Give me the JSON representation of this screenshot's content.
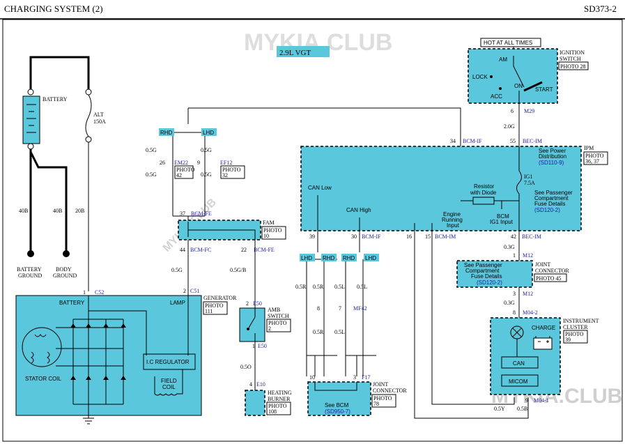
{
  "header": {
    "title": "CHARGING SYSTEM (2)",
    "code": "SD373-2"
  },
  "watermark": "MYKIA.CLUB",
  "engine_label": "2.9L VGT",
  "hot_label": "HOT AT ALL TIMES",
  "ignition": {
    "title1": "IGNITION",
    "title2": "SWITCH",
    "photo": "PHOTO 28",
    "am": "AM",
    "lock": "LOCK",
    "on": "ON",
    "acc": "ACC",
    "start": "START",
    "pin": "6",
    "conn": "M29",
    "wire": "2.0G"
  },
  "battery": {
    "label": "BATTERY",
    "alt": "ALT",
    "alt2": "150A",
    "w1": "40B",
    "w2": "40B",
    "w3": "20B",
    "ground1a": "BATTERY",
    "ground1b": "GROUND",
    "ground2a": "BODY",
    "ground2b": "GROUND"
  },
  "rhd": "RHD",
  "lhd": "LHD",
  "em22": {
    "pin": "26",
    "conn": "EM22",
    "photo1": "PHOTO",
    "photo2": "42",
    "w1": "0.5G",
    "w2": "0.5G"
  },
  "ef12": {
    "pin": "9",
    "conn": "EF12",
    "photo1": "PHOTO",
    "photo2": "32",
    "w1": "0.5G",
    "w2": "0.5G"
  },
  "fam": {
    "title": "FAM",
    "photo1": "PHOTO",
    "photo2": "10",
    "pin_top": "37",
    "conn_top": "BCM-FE",
    "pin_l": "44",
    "conn_l": "BCM-FC",
    "pin_r": "22",
    "conn_r": "BCM-FE"
  },
  "wires": {
    "w05g": "0.5G",
    "w05gb": "0.5G/B",
    "w05o": "0.5O",
    "w03g": "0.3G",
    "w03g2": "0.3G",
    "w05y": "0.5Y",
    "w05b": "0.5B"
  },
  "generator": {
    "title": "GENERATOR",
    "photo1": "PHOTO",
    "photo2": "111",
    "pin_lamp": "2",
    "conn_lamp": "C51",
    "pin_bat": "1",
    "conn_bat": "C52",
    "battery": "BATTERY",
    "lamp": "LAMP",
    "stator": "STATOR COIL",
    "regulator": "I.C REGULATOR",
    "field1": "FIELD",
    "field2": "COIL"
  },
  "amb": {
    "title1": "AMB",
    "title2": "SWITCH",
    "photo1": "PHOTO",
    "photo2": "2",
    "pin_top": "2",
    "conn_top": "E50",
    "pin_bot": "1",
    "conn_bot": "E50"
  },
  "heating": {
    "title1": "HEATING",
    "title2": "BURNER",
    "photo1": "PHOTO",
    "photo2": "108",
    "pin": "4",
    "conn": "E10"
  },
  "ipm": {
    "title": "IPM",
    "photo1": "PHOTO",
    "photo2": "36, 37",
    "pin34": "34",
    "c34": "BCM-IF",
    "pin55": "55",
    "c55": "BEC-IM",
    "see_pd1": "See Power",
    "see_pd2": "Distribution",
    "see_pd3": "(SD110-9)",
    "ig1": "IG1",
    "ig1a": "7.5A",
    "see_pc1": "See Passenger",
    "see_pc2": "Compartment",
    "see_pc3": "Fuse Details",
    "see_pc4": "(SD120-2)",
    "can_low": "CAN Low",
    "can_high": "CAN High",
    "res1": "Resistor",
    "res2": "with Diode",
    "eng1": "Engine",
    "eng2": "Running",
    "eng3": "Input",
    "bcm1": "BCM",
    "bcm2": "IG1 Input",
    "pin39": "39",
    "pin30": "30",
    "c30": "BCM-IF",
    "pin16": "16",
    "pin15": "15",
    "c15": "BCM-IM",
    "pin42": "42",
    "c42": "BEC-IM"
  },
  "mf42": {
    "pin_l": "8",
    "pin_r": "7",
    "conn": "MF42",
    "w1": "0.5R",
    "w2": "0.5R",
    "w3": "0.5L",
    "w4": "0.5L",
    "w5": "0.5R",
    "w6": "0.5L"
  },
  "joint_f17": {
    "pin_l": "10",
    "pin_r": "3",
    "conn": "F17",
    "title1": "JOINT",
    "title2": "CONNECTOR",
    "photo1": "PHOTO",
    "photo2": "78",
    "see1": "See BCM",
    "see2": "(SD950-7)"
  },
  "joint_m12": {
    "pin_top": "1",
    "conn_top": "M12",
    "pin_bot": "3",
    "conn_bot": "M12",
    "title1": "JOINT",
    "title2": "CONNECTOR",
    "photo": "PHOTO 45",
    "see1": "See Passenger",
    "see2": "Compartment",
    "see3": "Fuse Details",
    "see4": "(SD120-2)"
  },
  "cluster": {
    "title1": "INSTRUMENT",
    "title2": "CLUSTER",
    "photo1": "PHOTO",
    "photo2": "39",
    "charge": "CHARGE",
    "can": "CAN",
    "micom": "MICOM",
    "pin_top": "8",
    "conn_top": "M04-2",
    "pin_bot": "9",
    "conn_bot": "M04-1"
  }
}
